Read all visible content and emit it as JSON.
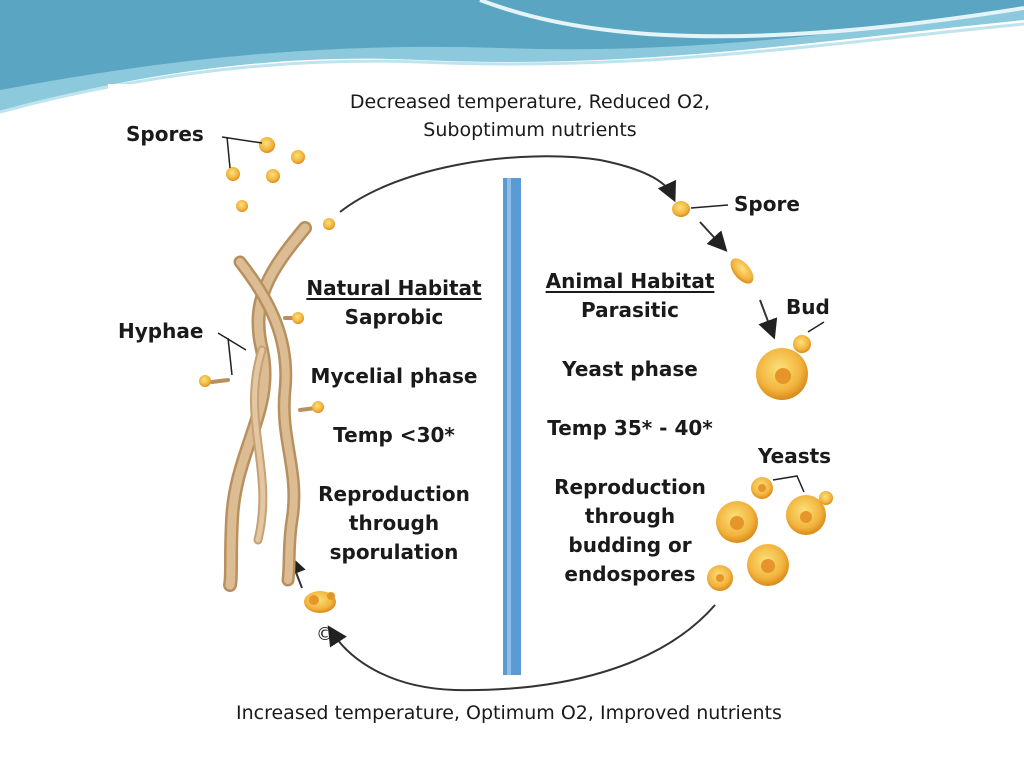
{
  "top_condition": {
    "line1": "Decreased temperature, Reduced O2,",
    "line2": "Suboptimum nutrients"
  },
  "bottom_condition": "Increased temperature, Optimum O2, Improved nutrients",
  "labels": {
    "spores": "Spores",
    "spore": "Spore",
    "bud": "Bud",
    "hyphae": "Hyphae",
    "yeasts": "Yeasts"
  },
  "natural": {
    "heading": "Natural Habitat",
    "type": "Saprobic",
    "phase": "Mycelial phase",
    "temp": "Temp <30*",
    "repro1": "Reproduction",
    "repro2": "through",
    "repro3": "sporulation"
  },
  "animal": {
    "heading": "Animal Habitat",
    "type": "Parasitic",
    "phase": "Yeast phase",
    "temp": "Temp 35* - 40*",
    "repro1": "Reproduction",
    "repro2": "through",
    "repro3": "budding or",
    "repro4": "endospores"
  },
  "copyright": "©",
  "colors": {
    "divider": "#5b9bd5",
    "cell_fill": "#f2b33d",
    "hyphae_fill": "#d9b48a",
    "wave_dark": "#5aa6c2",
    "wave_light": "#bfe4ee"
  }
}
